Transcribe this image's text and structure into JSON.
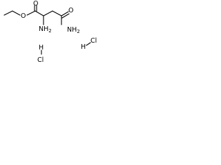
{
  "molecule": {
    "carbonyl_oxygen_top": "O",
    "ester_oxygen": "O",
    "amide_oxygen": "O",
    "amide_group": "NH",
    "amide_subscript": "2",
    "amine_group": "NH",
    "amine_subscript": "2",
    "hcl_right_h": "H",
    "hcl_right_cl": "Cl",
    "hcl_lower_h": "H",
    "hcl_lower_cl": "Cl"
  },
  "colors": {
    "line": "#000000",
    "text": "#000000",
    "background": "#ffffff"
  }
}
